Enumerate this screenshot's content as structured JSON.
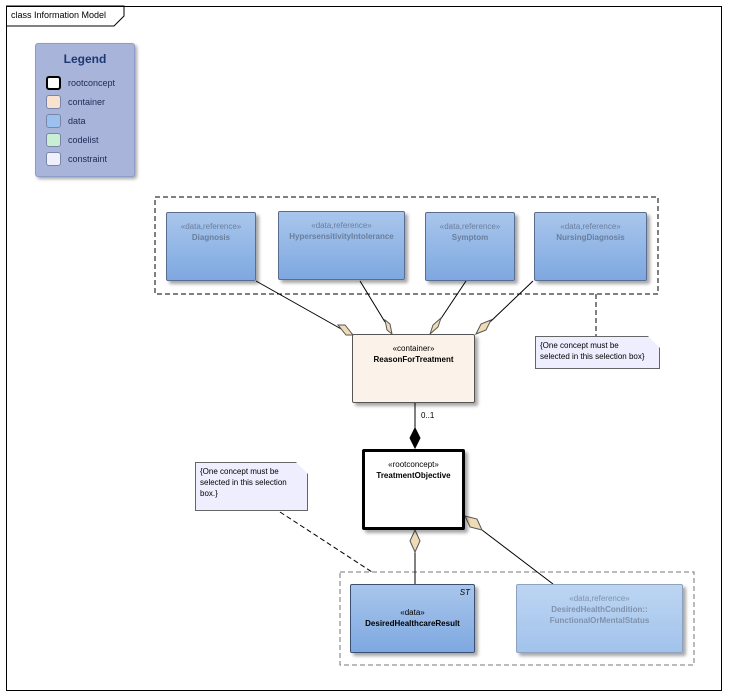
{
  "diagram": {
    "title": "class Information Model",
    "legend": {
      "title": "Legend",
      "items": [
        {
          "label": "rootconcept",
          "color": "#ffffff",
          "border": "#000000"
        },
        {
          "label": "container",
          "color": "#f9e2cf",
          "border": "#7a86a8"
        },
        {
          "label": "data",
          "color": "#9cc1ee",
          "border": "#7a86a8"
        },
        {
          "label": "codelist",
          "color": "#c8efd3",
          "border": "#7a86a8"
        },
        {
          "label": "constraint",
          "color": "#eef0fb",
          "border": "#7a86a8"
        }
      ]
    },
    "classes": {
      "diagnosis": {
        "stereotype": "«data,reference»",
        "name": "Diagnosis"
      },
      "hypersensitivity": {
        "stereotype": "«data,reference»",
        "name": "HypersensitivityIntolerance"
      },
      "symptom": {
        "stereotype": "«data,reference»",
        "name": "Symptom"
      },
      "nursing": {
        "stereotype": "«data,reference»",
        "name": "NursingDiagnosis"
      },
      "reason": {
        "stereotype": "«container»",
        "name": "ReasonForTreatment"
      },
      "objective": {
        "stereotype": "«rootconcept»",
        "name": "TreatmentObjective"
      },
      "result": {
        "stereotype": "«data»",
        "name": "DesiredHealthcareResult",
        "badge": "ST"
      },
      "condition": {
        "stereotype": "«data,reference»",
        "name_line1": "DesiredHealthCondition::",
        "name_line2": "FunctionalOrMentalStatus"
      }
    },
    "notes": {
      "top_note": {
        "line1": "{One concept must be",
        "line2": "selected in this selection box}"
      },
      "left_note": {
        "line1": "{One concept must be",
        "line2": "selected in this selection",
        "line3": "box.}"
      }
    },
    "multiplicity": "0..1"
  }
}
